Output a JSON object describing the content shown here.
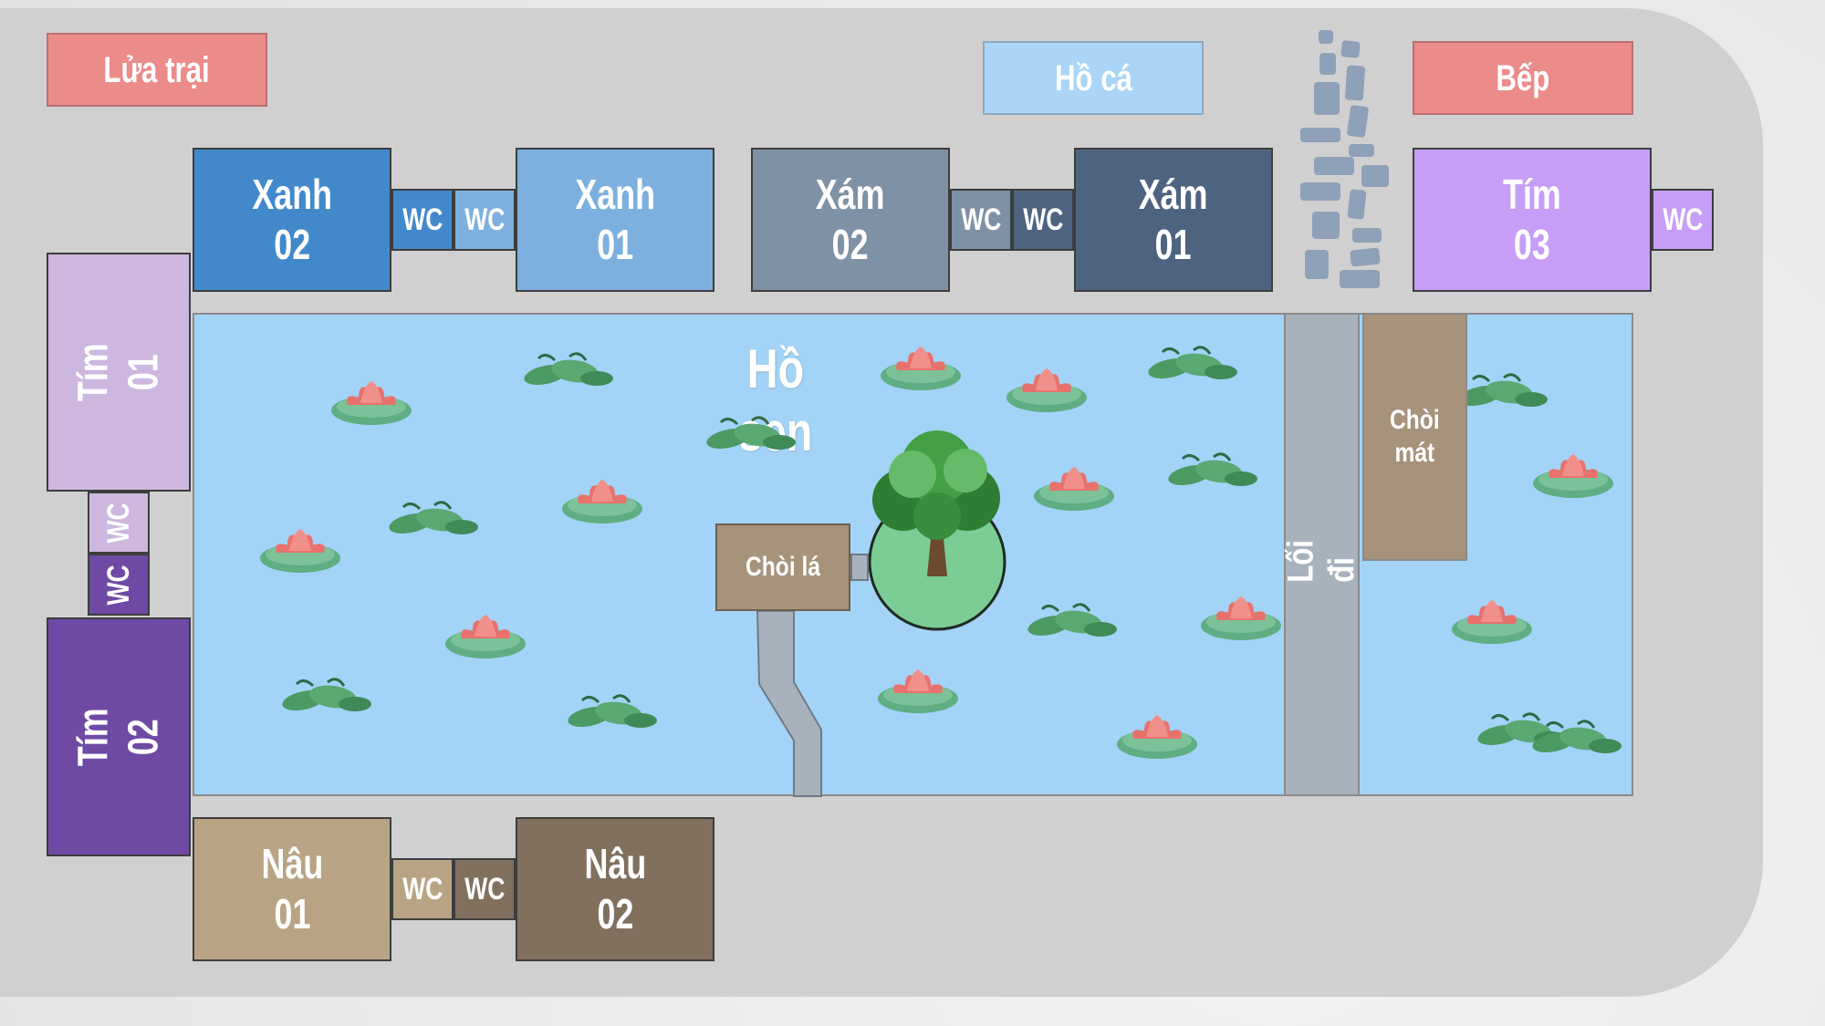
{
  "colors": {
    "background": "#e8e8e8",
    "ground": "#d0d0d0",
    "pond": "#a3d3f7",
    "path": "#a7b2bd",
    "campfire": "#eb8b8a",
    "fish_pond": "#aad5f7",
    "kitchen": "#eb8b8a",
    "xanh_02": "#4289cb",
    "xanh_01": "#7db0de",
    "xam_02": "#7f91a5",
    "xam_01": "#4e6380",
    "tim_03": "#c69df7",
    "tim_01": "#cdb7df",
    "tim_02": "#6e4aa5",
    "nau_01": "#b8a485",
    "nau_02": "#82705f",
    "hut": "#a7937b",
    "island": "#7ccc96"
  },
  "labels": {
    "campfire": "Lửa trại",
    "fish_pond": "Hồ cá",
    "kitchen": "Bếp",
    "xanh_02": "Xanh\n02",
    "xanh_01": "Xanh\n01",
    "xam_02": "Xám\n02",
    "xam_01": "Xám\n01",
    "tim_03": "Tím\n03",
    "tim_01": "Tím\n01",
    "tim_02": "Tím\n02",
    "nau_01": "Nâu\n01",
    "nau_02": "Nâu\n02",
    "wc": "WC",
    "lotus_pond": "Hồ sen",
    "walkway": "Lối đi",
    "leaf_hut": "Chòi lá",
    "cool_hut": "Chòi\nmát"
  },
  "icons": [
    "lotus-flower-icon",
    "lily-pad-icon",
    "tree-icon",
    "stepping-stone-icon"
  ]
}
